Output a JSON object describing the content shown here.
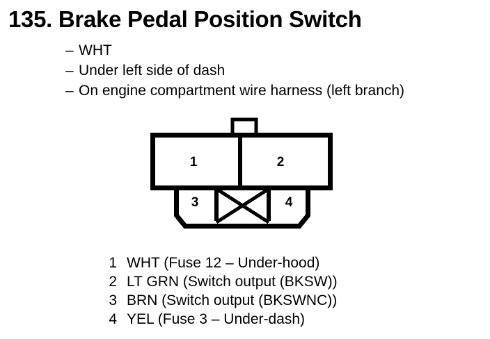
{
  "title": "135. Brake Pedal Position Switch",
  "bullets": [
    {
      "dash": "–",
      "text": "WHT"
    },
    {
      "dash": "–",
      "text": "Under left side of dash"
    },
    {
      "dash": "–",
      "text": "On engine compartment wire harness (left branch)"
    }
  ],
  "connector": {
    "name": "4-cavity connector face view",
    "top_row": [
      {
        "pin": "1"
      },
      {
        "pin": "2"
      }
    ],
    "bottom_row": [
      {
        "pin": "3"
      },
      {
        "pin": "X",
        "blocked": true
      },
      {
        "pin": "4"
      }
    ],
    "line_color": "#000000",
    "fill_color": "#ffffff"
  },
  "legend": [
    {
      "num": "1",
      "text": "WHT (Fuse 12 – Under-hood)"
    },
    {
      "num": "2",
      "text": "LT GRN (Switch output (BKSW))"
    },
    {
      "num": "3",
      "text": "BRN (Switch output (BKSWNC))"
    },
    {
      "num": "4",
      "text": "YEL (Fuse 3 – Under-dash)"
    }
  ]
}
